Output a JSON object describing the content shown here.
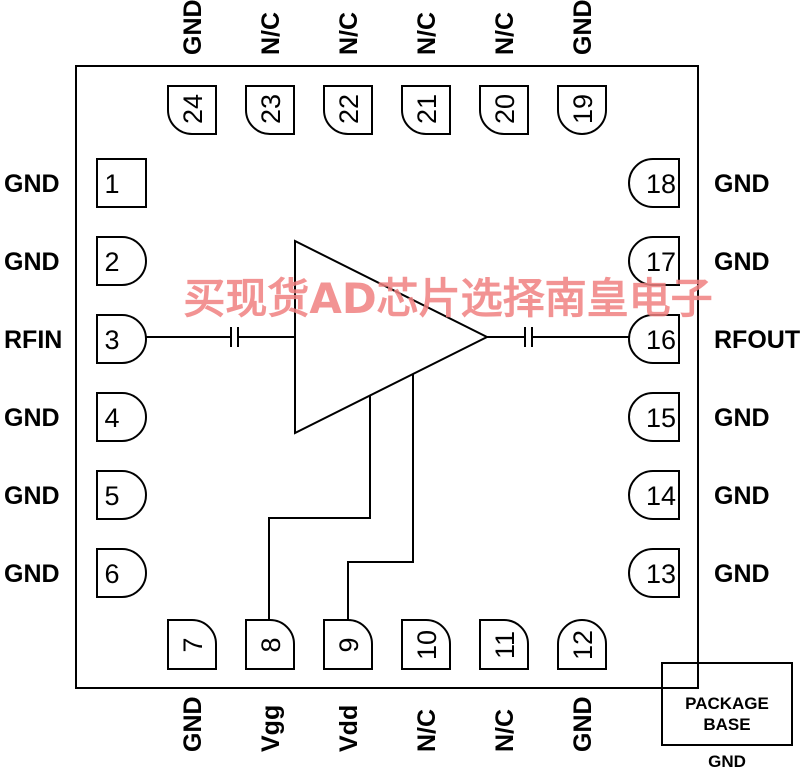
{
  "left_pins": [
    {
      "num": "1",
      "label": "GND"
    },
    {
      "num": "2",
      "label": "GND"
    },
    {
      "num": "3",
      "label": "RFIN"
    },
    {
      "num": "4",
      "label": "GND"
    },
    {
      "num": "5",
      "label": "GND"
    },
    {
      "num": "6",
      "label": "GND"
    }
  ],
  "right_pins": [
    {
      "num": "18",
      "label": "GND"
    },
    {
      "num": "17",
      "label": "GND"
    },
    {
      "num": "16",
      "label": "RFOUT"
    },
    {
      "num": "15",
      "label": "GND"
    },
    {
      "num": "14",
      "label": "GND"
    },
    {
      "num": "13",
      "label": "GND"
    }
  ],
  "top_pins": [
    {
      "num": "24",
      "label": "GND"
    },
    {
      "num": "23",
      "label": "N/C"
    },
    {
      "num": "22",
      "label": "N/C"
    },
    {
      "num": "21",
      "label": "N/C"
    },
    {
      "num": "20",
      "label": "N/C"
    },
    {
      "num": "19",
      "label": "GND"
    }
  ],
  "bottom_pins": [
    {
      "num": "7",
      "label": "GND"
    },
    {
      "num": "8",
      "label": "Vgg"
    },
    {
      "num": "9",
      "label": "Vdd"
    },
    {
      "num": "10",
      "label": "N/C"
    },
    {
      "num": "11",
      "label": "N/C"
    },
    {
      "num": "12",
      "label": "GND"
    }
  ],
  "package_base": {
    "line1": "PACKAGE",
    "line2": "BASE",
    "label": "GND"
  },
  "watermark": "买现货AD芯片选择南皇电子"
}
